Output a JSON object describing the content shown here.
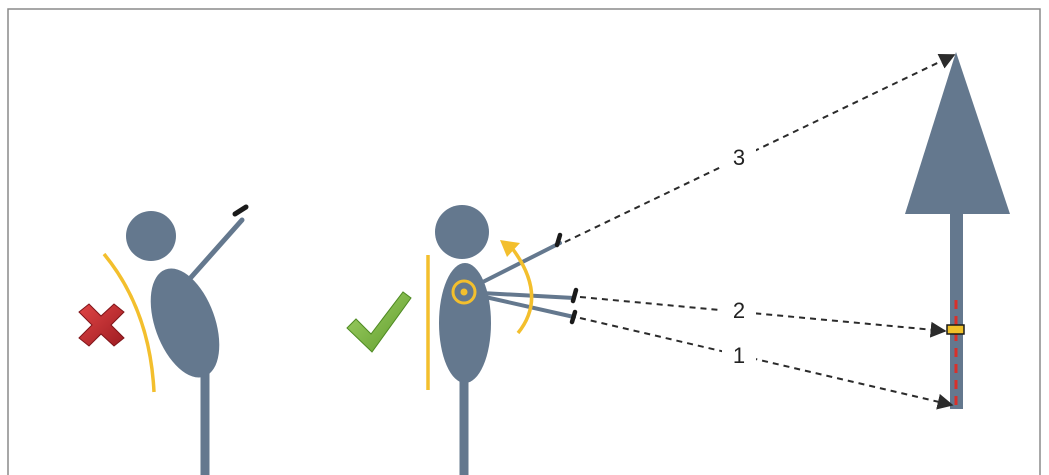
{
  "diagram": {
    "shot_labels": {
      "line_1": "1",
      "line_2": "2",
      "line_3": "3"
    },
    "icons": [
      "cross-mark-icon",
      "check-mark-icon",
      "rotation-arrow-icon",
      "tree-target-icon"
    ],
    "colors": {
      "figure": "#64788e",
      "guide": "#f3bf2d",
      "cross": "#c0272d",
      "check": "#7cb342",
      "dash": "#2b2b2b",
      "marker": "#d9302a"
    }
  }
}
